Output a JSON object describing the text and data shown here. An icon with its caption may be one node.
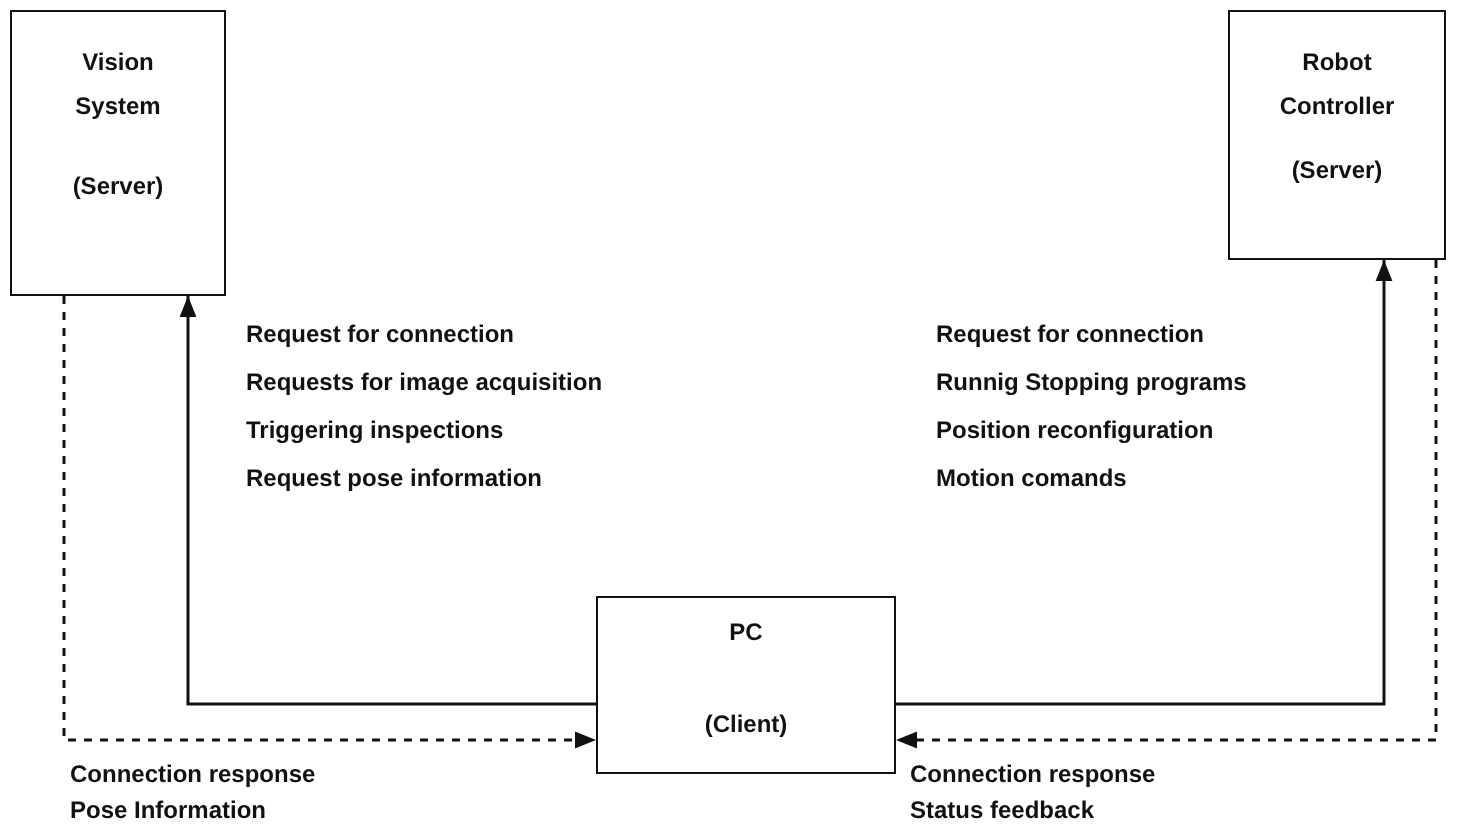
{
  "diagram": {
    "nodes": [
      {
        "text": [
          "Vision System",
          "(Server)"
        ]
      },
      {
        "text": [
          "Robot Controller",
          "(Server)"
        ]
      },
      {
        "text": [
          "PC",
          "(Client)"
        ]
      }
    ],
    "edges": [
      {
        "from": 2,
        "to": 0,
        "arrow": "to"
      },
      {
        "from": 2,
        "to": 1,
        "arrow": "to"
      },
      {
        "from": 0,
        "to": 2,
        "arrow": "to",
        "style": "dashed"
      },
      {
        "from": 1,
        "to": 2,
        "arrow": "to",
        "style": "dashed"
      }
    ],
    "labels": [
      "Request for connection",
      "Requests for image acquisition",
      "Triggering inspections",
      "Request pose information",
      "Request for connection",
      "Runnig Stopping programs",
      "Position reconfiguration",
      "Motion comands",
      "Connection response",
      "Pose Information",
      "Connection response",
      "Status feedback"
    ]
  }
}
